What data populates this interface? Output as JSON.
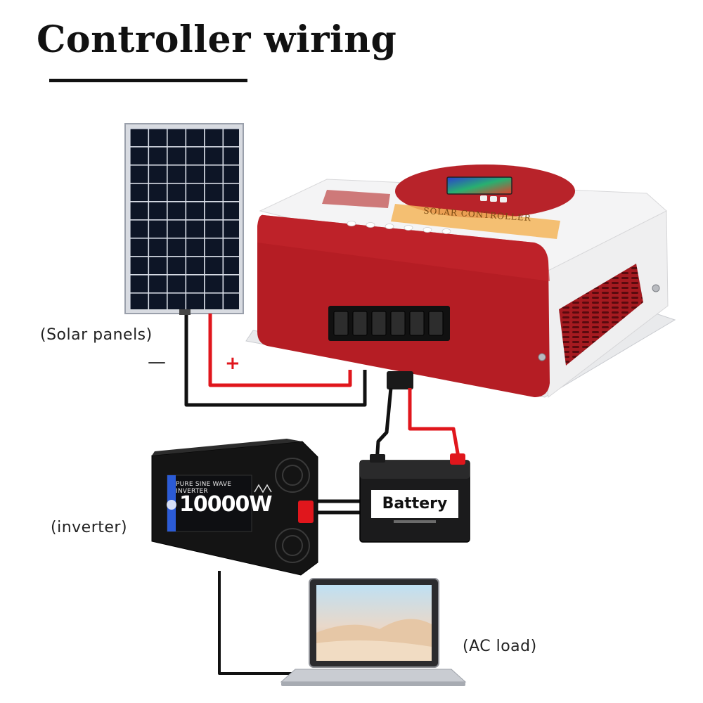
{
  "title": "Controller wiring",
  "labels": {
    "solar_panels": "(Solar panels)",
    "minus": "—",
    "plus": "+",
    "inverter": "(inverter)",
    "ac_load": "(AC load)",
    "battery": "Battery"
  },
  "inverter": {
    "subtitle": "PURE SINE WAVE INVERTER",
    "power": "10000W"
  },
  "controller": {
    "panel_text": "SOLAR CONTROLLER"
  },
  "colors": {
    "positive_wire": "#e0161c",
    "negative_wire": "#111111",
    "controller_red": "#b51d24"
  }
}
